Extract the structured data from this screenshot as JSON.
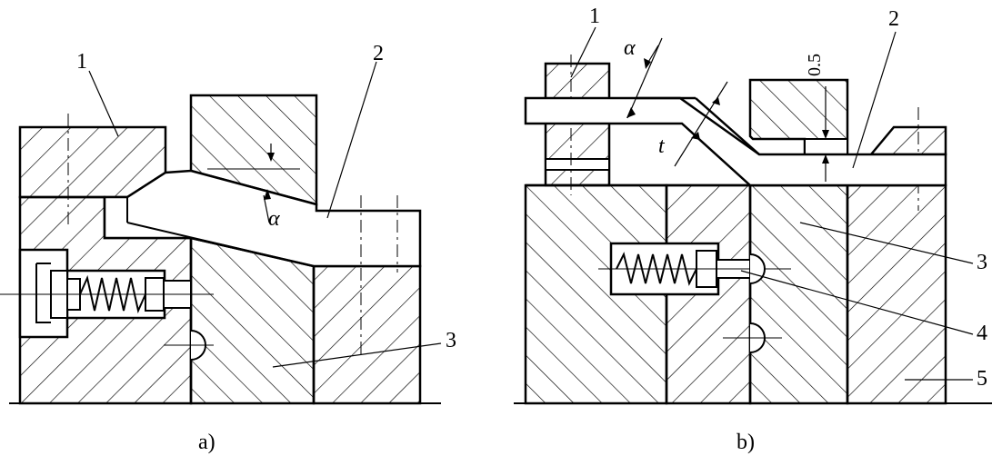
{
  "figure_a": {
    "sub_label": "a)",
    "part_labels": {
      "p1": "1",
      "p2": "2",
      "p3": "3"
    },
    "angle_symbol": "α"
  },
  "figure_b": {
    "sub_label": "b)",
    "part_labels": {
      "p1": "1",
      "p2": "2",
      "p3": "3",
      "p4": "4",
      "p5": "5"
    },
    "angle_symbol": "α",
    "thickness_symbol": "t",
    "gap_dimension": "0.5"
  }
}
